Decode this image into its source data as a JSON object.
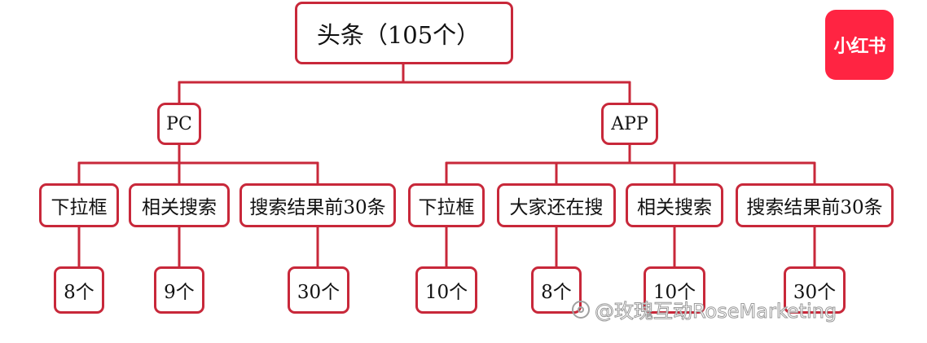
{
  "root": {
    "label": "头条（105个）"
  },
  "branches": [
    {
      "label": "PC",
      "children": [
        {
          "label": "下拉框",
          "count": "8个"
        },
        {
          "label": "相关搜索",
          "count": "9个"
        },
        {
          "label": "搜索结果前30条",
          "count": "30个"
        }
      ]
    },
    {
      "label": "APP",
      "children": [
        {
          "label": "下拉框",
          "count": "10个"
        },
        {
          "label": "大家还在搜",
          "count": "8个"
        },
        {
          "label": "相关搜索",
          "count": "10个"
        },
        {
          "label": "搜索结果前30条",
          "count": "30个"
        }
      ]
    }
  ],
  "logo": {
    "text": "小红书",
    "icon": "xiaohongshu-logo-icon"
  },
  "watermark": {
    "text": "@玫瑰互动RoseMarketing",
    "icon": "user-watermark-icon"
  },
  "colors": {
    "line": "#c8283a",
    "border": "#c8283a",
    "logo_bg": "#ff2442",
    "text": "#111111"
  }
}
